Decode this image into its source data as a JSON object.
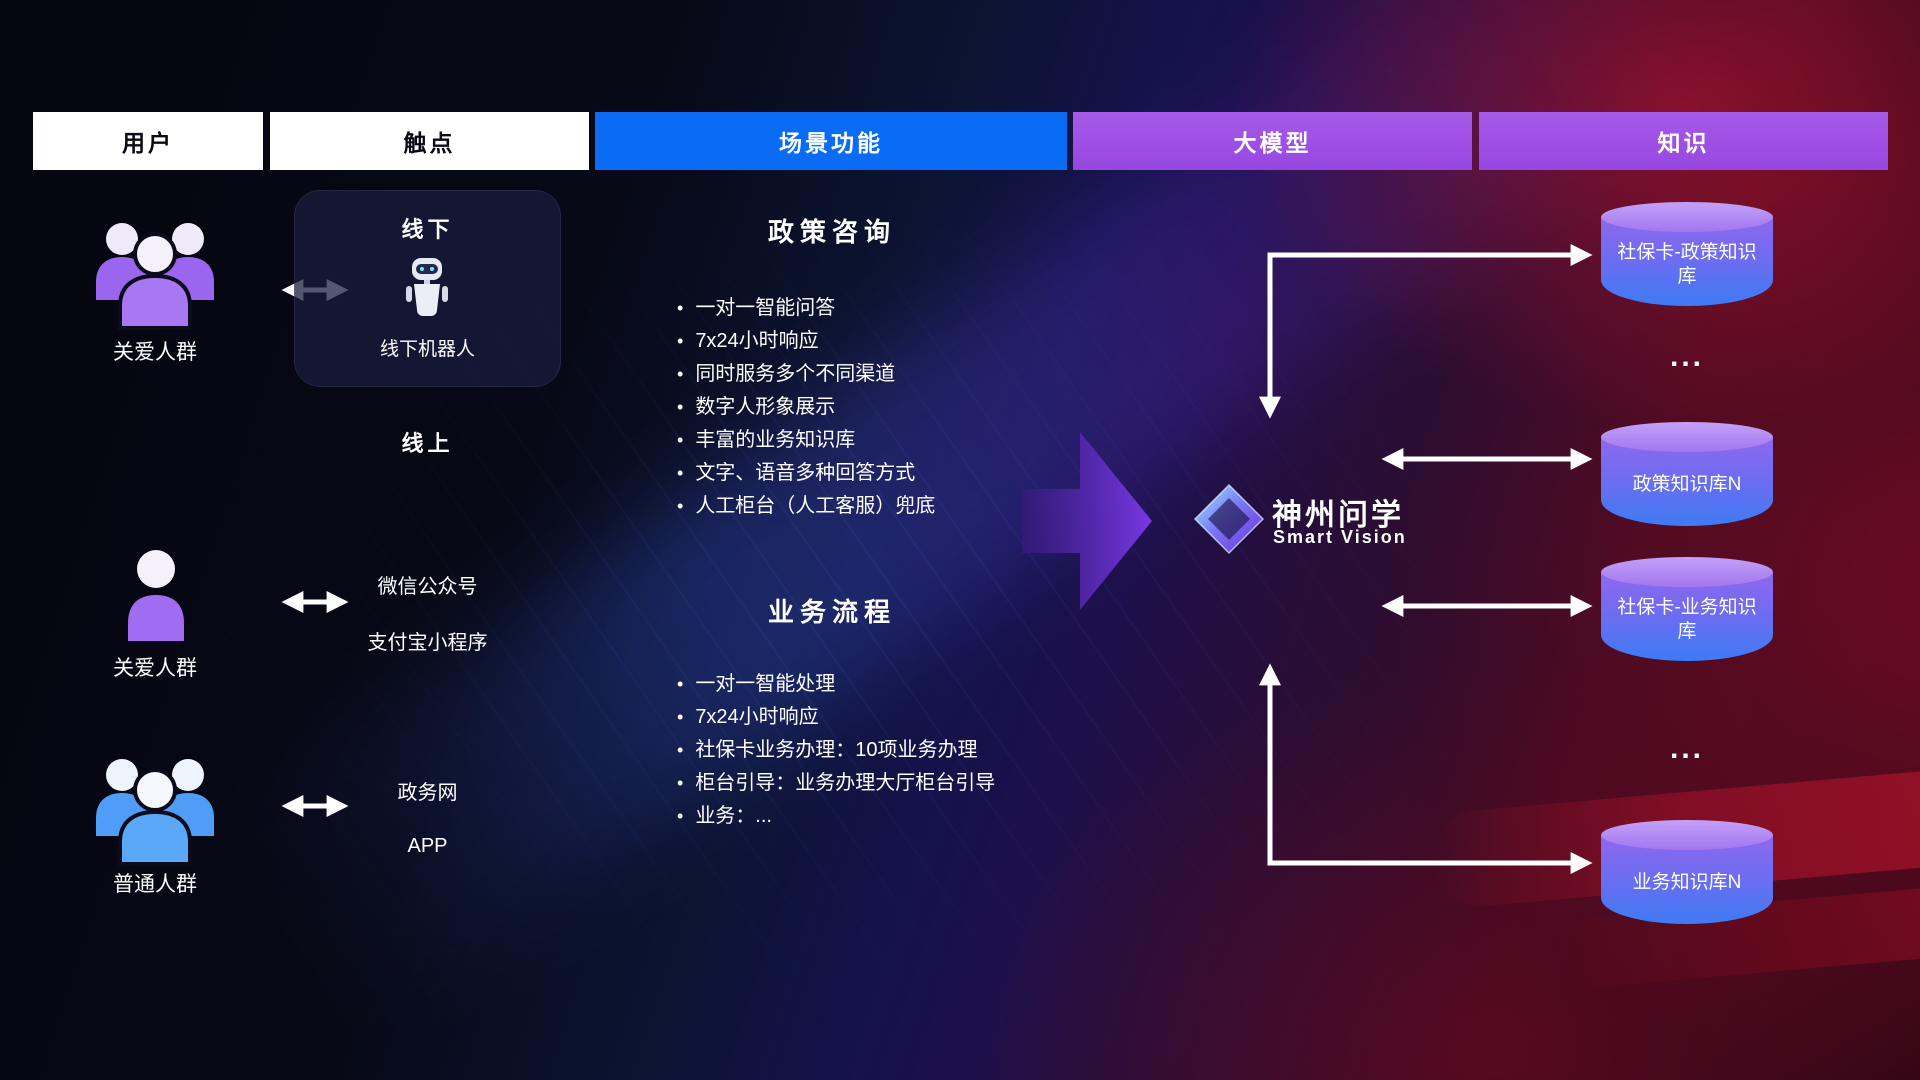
{
  "header": {
    "columns": [
      {
        "label": "用户"
      },
      {
        "label": "触点"
      },
      {
        "label": "场景功能"
      },
      {
        "label": "大模型"
      },
      {
        "label": "知识"
      }
    ]
  },
  "users": [
    {
      "label": "关爱人群"
    },
    {
      "label": "关爱人群"
    },
    {
      "label": "普通人群"
    }
  ],
  "touchpoints": {
    "offline": {
      "title": "线下",
      "robot_label": "线下机器人"
    },
    "online": {
      "title": "线上",
      "items": [
        "微信公众号",
        "支付宝小程序",
        "政务网",
        "APP"
      ]
    }
  },
  "scene_functions": {
    "policy": {
      "title": "政策咨询",
      "items": [
        "一对一智能问答",
        "7x24小时响应",
        "同时服务多个不同渠道",
        "数字人形象展示",
        "丰富的业务知识库",
        "文字、语音多种回答方式",
        "人工柜台（人工客服）兜底"
      ]
    },
    "business": {
      "title": "业务流程",
      "items": [
        "一对一智能处理",
        "7x24小时响应",
        "社保卡业务办理：10项业务办理",
        "柜台引导：业务办理大厅柜台引导",
        "业务：..."
      ]
    }
  },
  "model": {
    "name": "神州问学",
    "subtitle": "Smart Vision"
  },
  "knowledge": {
    "databases": [
      "社保卡-政策知识库",
      "政策知识库N",
      "社保卡-业务知识库",
      "业务知识库N"
    ],
    "ellipsis": "..."
  },
  "colors": {
    "header_blue": "#0a6cf5",
    "header_purple": "#9d4fe8",
    "accent_purple": "#7c3aed",
    "cylinder_top": "#b48df4",
    "cylinder_bottom": "#3e7bf4",
    "user_purple": "#9a66f0",
    "user_blue": "#54a2f7",
    "background_red": "#8c0f26",
    "arrow_white": "#ffffff"
  }
}
